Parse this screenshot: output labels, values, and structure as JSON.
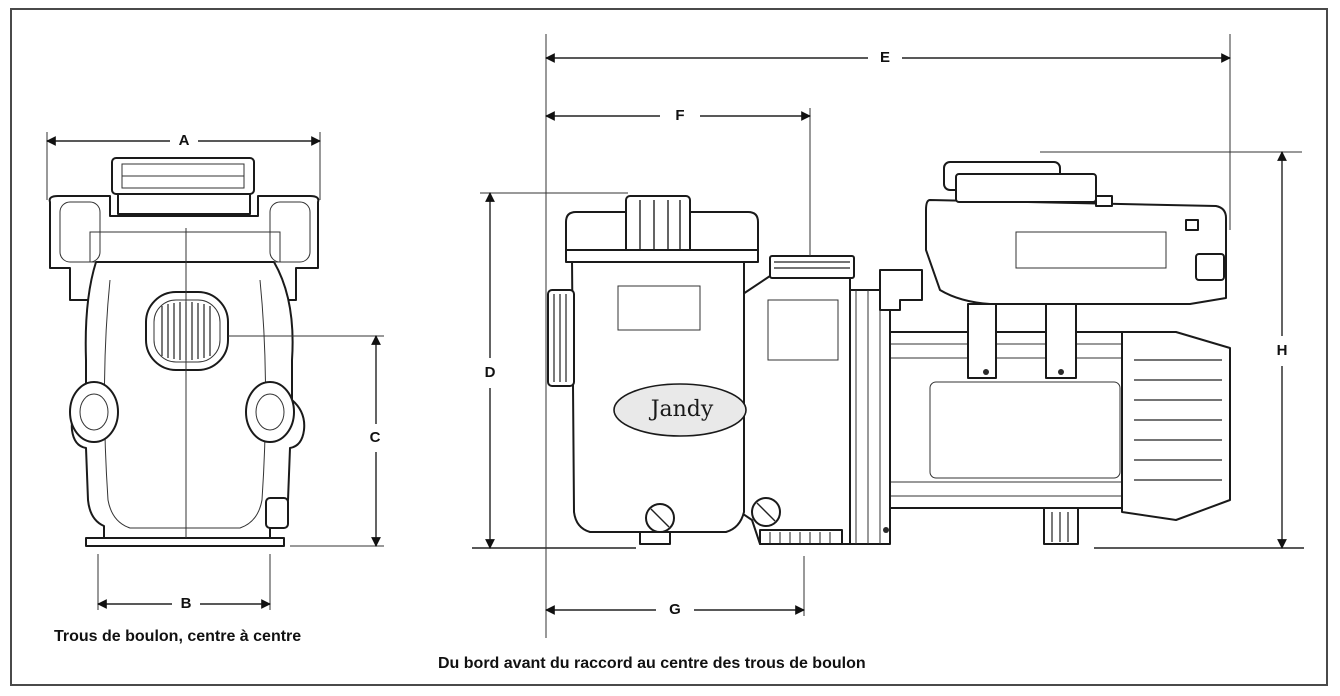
{
  "dimensions": {
    "a": "A",
    "b": "B",
    "c": "C",
    "d": "D",
    "e": "E",
    "f": "F",
    "g": "G",
    "h": "H"
  },
  "captions": {
    "bolt_holes": "Trous de boulon, centre à centre",
    "fitting_edge": "Du bord avant du raccord au centre des trous de boulon"
  },
  "brand_logo": "Jandy",
  "icons": {
    "front_view": "pump-front-view-drawing",
    "side_view": "pump-side-view-drawing"
  }
}
